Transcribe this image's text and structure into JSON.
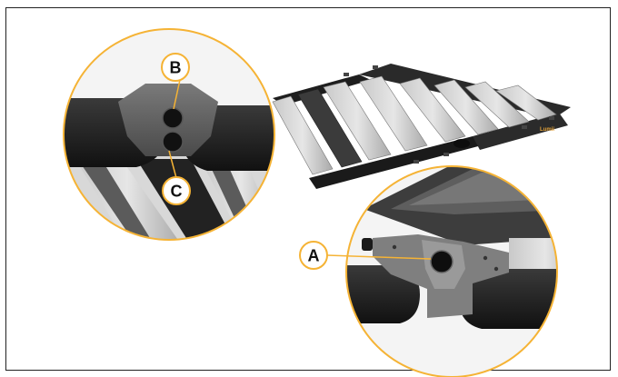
{
  "figure": {
    "accent_color": "#f5b335",
    "callouts": [
      {
        "id": "callout-b",
        "label": "B"
      },
      {
        "id": "callout-c",
        "label": "C"
      },
      {
        "id": "callout-a",
        "label": "A"
      }
    ],
    "product_label": "Lumii",
    "product_label_color": "#e3a33a"
  }
}
